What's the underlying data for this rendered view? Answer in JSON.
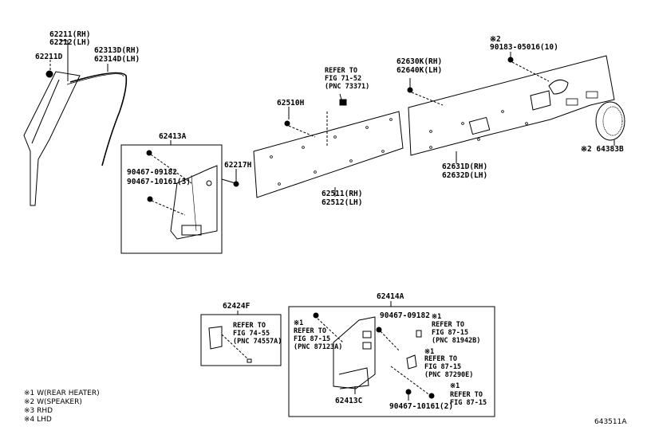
{
  "labels": {
    "p62211": "62211(RH)",
    "p62212": "62212(LH)",
    "p62211D": "62211D",
    "p62313D": "62313D(RH)",
    "p62314D": "62314D(LH)",
    "p62413A": "62413A",
    "p90467_09182_a": "90467-09182",
    "p90467_10161_a": "90467-10161(3)",
    "p62217H": "62217H",
    "p62510H": "62510H",
    "ref1_l1": "REFER TO",
    "ref1_l2": "FIG 71-52",
    "ref1_l3": "(PNC 73371)",
    "p62511": "62511(RH)",
    "p62512": "62512(LH)",
    "p62630K": "62630K(RH)",
    "p62640K": "62640K(LH)",
    "note2_mark": "※2",
    "p90183": "90183-05016(10)",
    "p62631D": "62631D(RH)",
    "p62632D": "62632D(LH)",
    "p64383B": "※2 64383B",
    "p62424F": "62424F",
    "ref2_l1": "REFER TO",
    "ref2_l2": "FIG 74-55",
    "ref2_l3": "(PNC 74557A)",
    "p62414A": "62414A",
    "ref3_mark": "※1",
    "ref3_l1": "REFER TO",
    "ref3_l2": "FIG 87-15",
    "ref3_l3": "(PNC 87123A)",
    "p90467_09182_b": "90467-09182",
    "ref4_mark": "※1",
    "ref4_l1": "REFER TO",
    "ref4_l2": "FIG 87-15",
    "ref4_l3": "(PNC 81942B)",
    "ref5_mark": "※1",
    "ref5_l1": "REFER TO",
    "ref5_l2": "FIG 87-15",
    "ref5_l3": "(PNC 87290E)",
    "ref6_mark": "※1",
    "ref6_l1": "REFER TO",
    "ref6_l2": "FIG 87-15",
    "p62413C": "62413C",
    "p90467_10161_b": "90467-10161(2)",
    "diagram_id": "643511A"
  },
  "notes": [
    "※1 W(REAR HEATER)",
    "※2 W(SPEAKER)",
    "※3 RHD",
    "※4 LHD"
  ]
}
